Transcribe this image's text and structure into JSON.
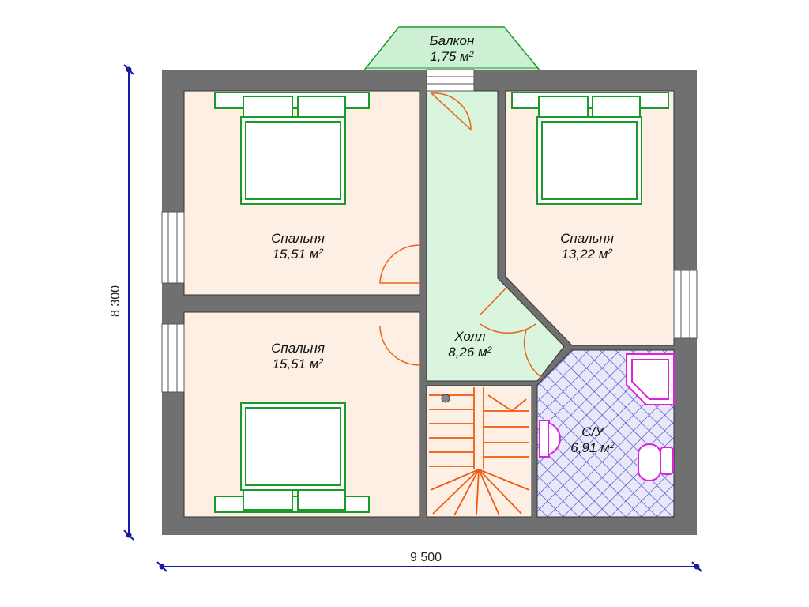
{
  "rooms": {
    "balcony": {
      "name": "Балкон",
      "area": "1,75 м",
      "sup": "2"
    },
    "bedroom_top_left": {
      "name": "Спальня",
      "area": "15,51 м",
      "sup": "2"
    },
    "bedroom_top_right": {
      "name": "Спальня",
      "area": "13,22 м",
      "sup": "2"
    },
    "bedroom_bottom_left": {
      "name": "Спальня",
      "area": "15,51 м",
      "sup": "2"
    },
    "hall": {
      "name": "Холл",
      "area": "8,26 м",
      "sup": "2"
    },
    "bathroom": {
      "name": "С/У",
      "area": "6,91 м",
      "sup": "2"
    }
  },
  "dimensions": {
    "width": "9 500",
    "height": "8 300"
  },
  "colors": {
    "wall": "#707070",
    "bedroom_floor": "#fdefe3",
    "hall_floor": "#d9f5dd",
    "balcony_floor": "#cdf0d5",
    "furniture": "#1a9a2a",
    "door": "#e8631a",
    "stairs": "#f05a0e",
    "bath_tile": "#3a3ad0",
    "bath_fixture": "#e020e0",
    "dimension_line": "#1a1aa0"
  }
}
